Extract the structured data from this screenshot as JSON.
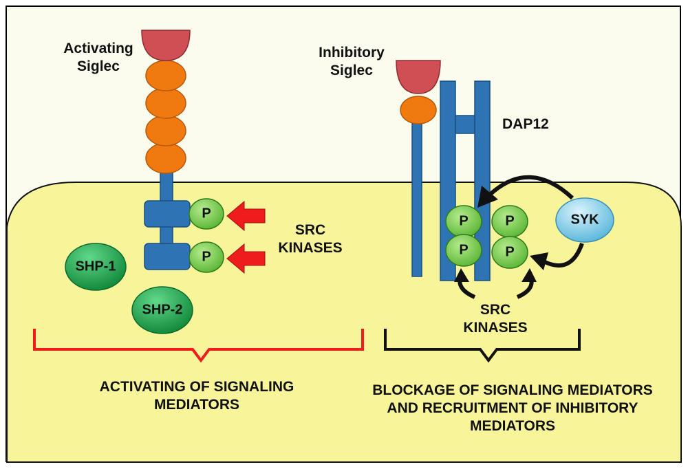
{
  "left_panel": {
    "receptor_label": "Activating Siglec",
    "receptor_label_line1": "Activating",
    "receptor_label_line2": "Siglec",
    "phospho_symbol": "P",
    "kinase_label_line1": "SRC",
    "kinase_label_line2": "KINASES",
    "shp1_label": "SHP-1",
    "shp2_label": "SHP-2",
    "outcome_line1": "ACTIVATING OF SIGNALING",
    "outcome_line2": "MEDIATORS"
  },
  "right_panel": {
    "receptor_label_line1": "Inhibitory",
    "receptor_label_line2": "Siglec",
    "adaptor_label": "DAP12",
    "syk_label": "SYK",
    "phospho_symbol": "P",
    "kinase_label_line1": "SRC",
    "kinase_label_line2": "KINASES",
    "outcome_line1": "BLOCKAGE OF SIGNALING MEDIATORS",
    "outcome_line2": "AND RECRUITMENT OF INHIBITORY",
    "outcome_line3": "MEDIATORS"
  },
  "colors": {
    "cell": "#f7f49a",
    "lectin_domain": "#d04f55",
    "ig_domain": "#f07a10",
    "receptor_blue": "#2e74b5",
    "phospho_green": "#7ccf4e",
    "shp_green": "#1fa64a",
    "syk_blue": "#8fd3ee",
    "red_arrow": "#ee1c1c",
    "red_bracket": "#ee1c1c",
    "black_bracket": "#111111"
  }
}
